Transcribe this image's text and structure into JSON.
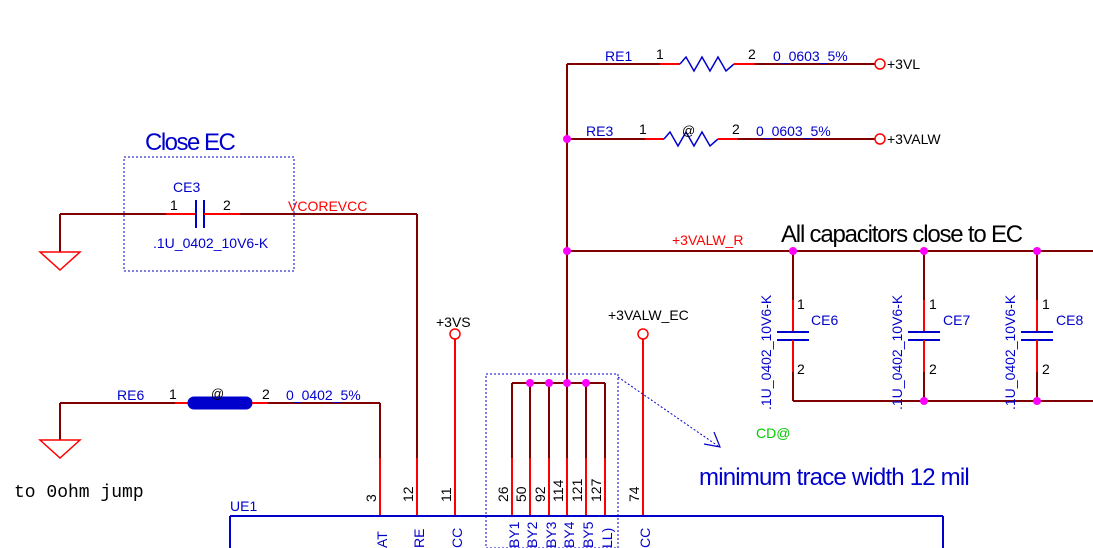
{
  "notes": {
    "close_ec": "Close EC",
    "all_caps": "All capacitors close to EC",
    "min_trace": "minimum trace width 12 mil",
    "jump_note": "to 0ohm jump"
  },
  "nets": {
    "vcorevcc": "VCOREVCC",
    "p3vl": "+3VL",
    "p3valw": "+3VALW",
    "p3valw_r": "+3VALW_R",
    "p3vs": "+3VS",
    "p3valw_ec": "+3VALW_EC",
    "cd_at": "CD@"
  },
  "components": {
    "re1": {
      "ref": "RE1",
      "pin1": "1",
      "pin2": "2",
      "value": "0_0603_5%"
    },
    "re3": {
      "ref": "RE3",
      "pin1": "1",
      "pin2": "2",
      "value": "0_0603_5%",
      "marker": "@"
    },
    "re6": {
      "ref": "RE6",
      "pin1": "1",
      "pin2": "2",
      "value": "0_0402_5%",
      "marker": "@"
    },
    "ce3": {
      "ref": "CE3",
      "pin1": "1",
      "pin2": "2",
      "value": ".1U_0402_10V6-K"
    },
    "ce6": {
      "ref": "CE6",
      "pin1": "1",
      "pin2": "2",
      "value": ".1U_0402_10V6-K"
    },
    "ce7": {
      "ref": "CE7",
      "pin1": "1",
      "pin2": "2",
      "value": ".1U_0402_10V6-K"
    },
    "ce8": {
      "ref": "CE8",
      "pin1": "1",
      "pin2": "2",
      "value": ".1U_0402_10V6-K"
    },
    "ue1": {
      "ref": "UE1",
      "pins": [
        "3",
        "12",
        "11",
        "26",
        "50",
        "92",
        "114",
        "121",
        "127",
        "74"
      ],
      "pin_names": [
        "AT",
        "RE",
        "CC",
        "BY1",
        "BY2",
        "BY3",
        "BY4",
        "BY5",
        "LL)",
        "CC"
      ]
    }
  },
  "colors": {
    "wire": "#800000",
    "pin": "#ff0000",
    "component": "#0000cc",
    "junction": "#ff00ff",
    "net_label": "#ff0000",
    "note_green": "#00cc00",
    "ground": "#ff0000"
  }
}
